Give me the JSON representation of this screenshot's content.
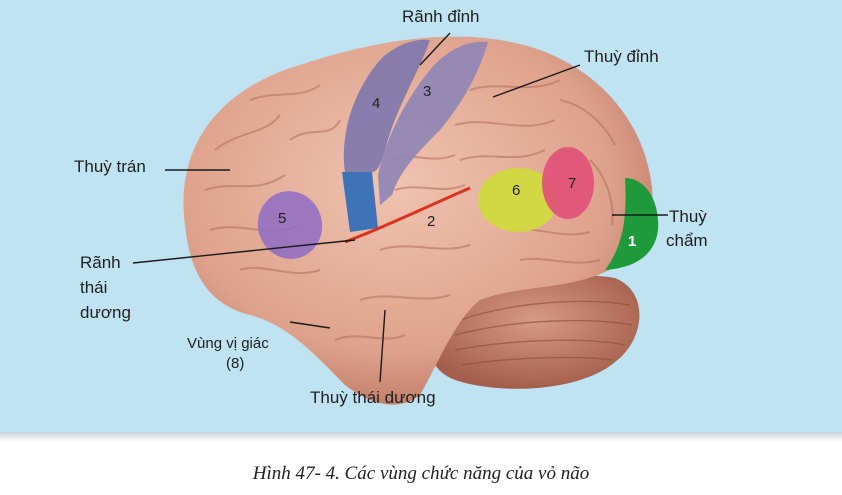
{
  "labels": {
    "ranh_dinh": "Rãnh đỉnh",
    "thuy_dinh": "Thuỳ đỉnh",
    "thuy_tran": "Thuỳ trán",
    "thuy_cham_line1": "Thuỳ",
    "thuy_cham_line2": "chẩm",
    "ranh_thai_duong_line1": "Rãnh",
    "ranh_thai_duong_line2": "thái",
    "ranh_thai_duong_line3": "dương",
    "vung_vi_giac_line1": "Vùng vị giác",
    "vung_vi_giac_line2": "(8)",
    "thuy_thai_duong": "Thuỳ thái dương"
  },
  "regions": [
    {
      "number": "1",
      "color": "#1f9a3a"
    },
    {
      "number": "2",
      "color": "#e7b39e"
    },
    {
      "number": "3",
      "color": "#8f86b4"
    },
    {
      "number": "4",
      "color": "#7f78ad"
    },
    {
      "number": "5",
      "color": "#8e6cc4"
    },
    {
      "number": "6",
      "color": "#cfdc3a"
    },
    {
      "number": "7",
      "color": "#e0507a"
    }
  ],
  "caption": "Hình 47- 4. Các vùng chức năng của vỏ não",
  "colors": {
    "background": "#bfe3f3",
    "brain": "#e3ab97",
    "central_sulcus_blue": "#3f73b8",
    "lateral_sulcus_red": "#d8341e"
  }
}
